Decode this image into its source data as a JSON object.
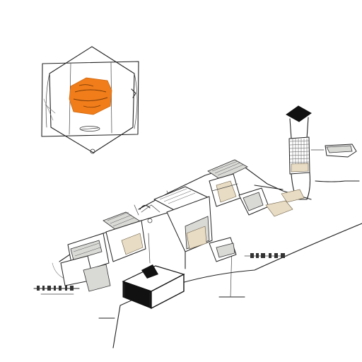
{
  "colors": {
    "background": "#ffffff",
    "ink": "#222222",
    "accent_orange": "#f07d1a",
    "block_black": "#111111",
    "stone_tan": "#e8dcc4"
  },
  "figure": {
    "kind": "hand-drawn isometric sketch of a stepped building complex on a hillside",
    "elements": [
      "framed-hexagon-inset",
      "orange-block",
      "tower",
      "stepped-building-row",
      "black-cube",
      "ground-slope-lines",
      "scribble-label-left",
      "scribble-label-right"
    ]
  }
}
